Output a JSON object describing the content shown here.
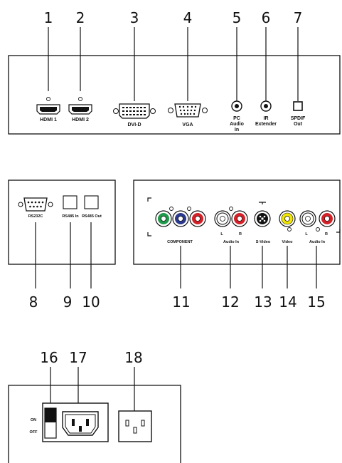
{
  "callouts": [
    "1",
    "2",
    "3",
    "4",
    "5",
    "6",
    "7",
    "8",
    "9",
    "10",
    "11",
    "12",
    "13",
    "14",
    "15",
    "16",
    "17",
    "18"
  ],
  "labels": {
    "hdmi1": "HDMI 1",
    "hdmi2": "HDMI 2",
    "dvid": "DVI-D",
    "vga": "VGA",
    "pc_audio": [
      "PC",
      "Audio",
      "In"
    ],
    "ir": [
      "IR",
      "Extender"
    ],
    "spdif": [
      "SPDIF",
      "Out"
    ],
    "rs232c": "RS232C",
    "rs485in": "RS485 In",
    "rs485out": "RS485 Out",
    "component": "COMPONENT",
    "audio_in_1": "Audio In",
    "svideo": "S-Video",
    "video": "Video",
    "audio_in_2": "Audio In",
    "left": "L",
    "right": "R",
    "on": "ON",
    "off": "OFF"
  },
  "colors": {
    "green": "#1f9a4a",
    "blue": "#2b3a8f",
    "red": "#d42027",
    "yellow": "#f2e600",
    "white": "#ffffff"
  }
}
